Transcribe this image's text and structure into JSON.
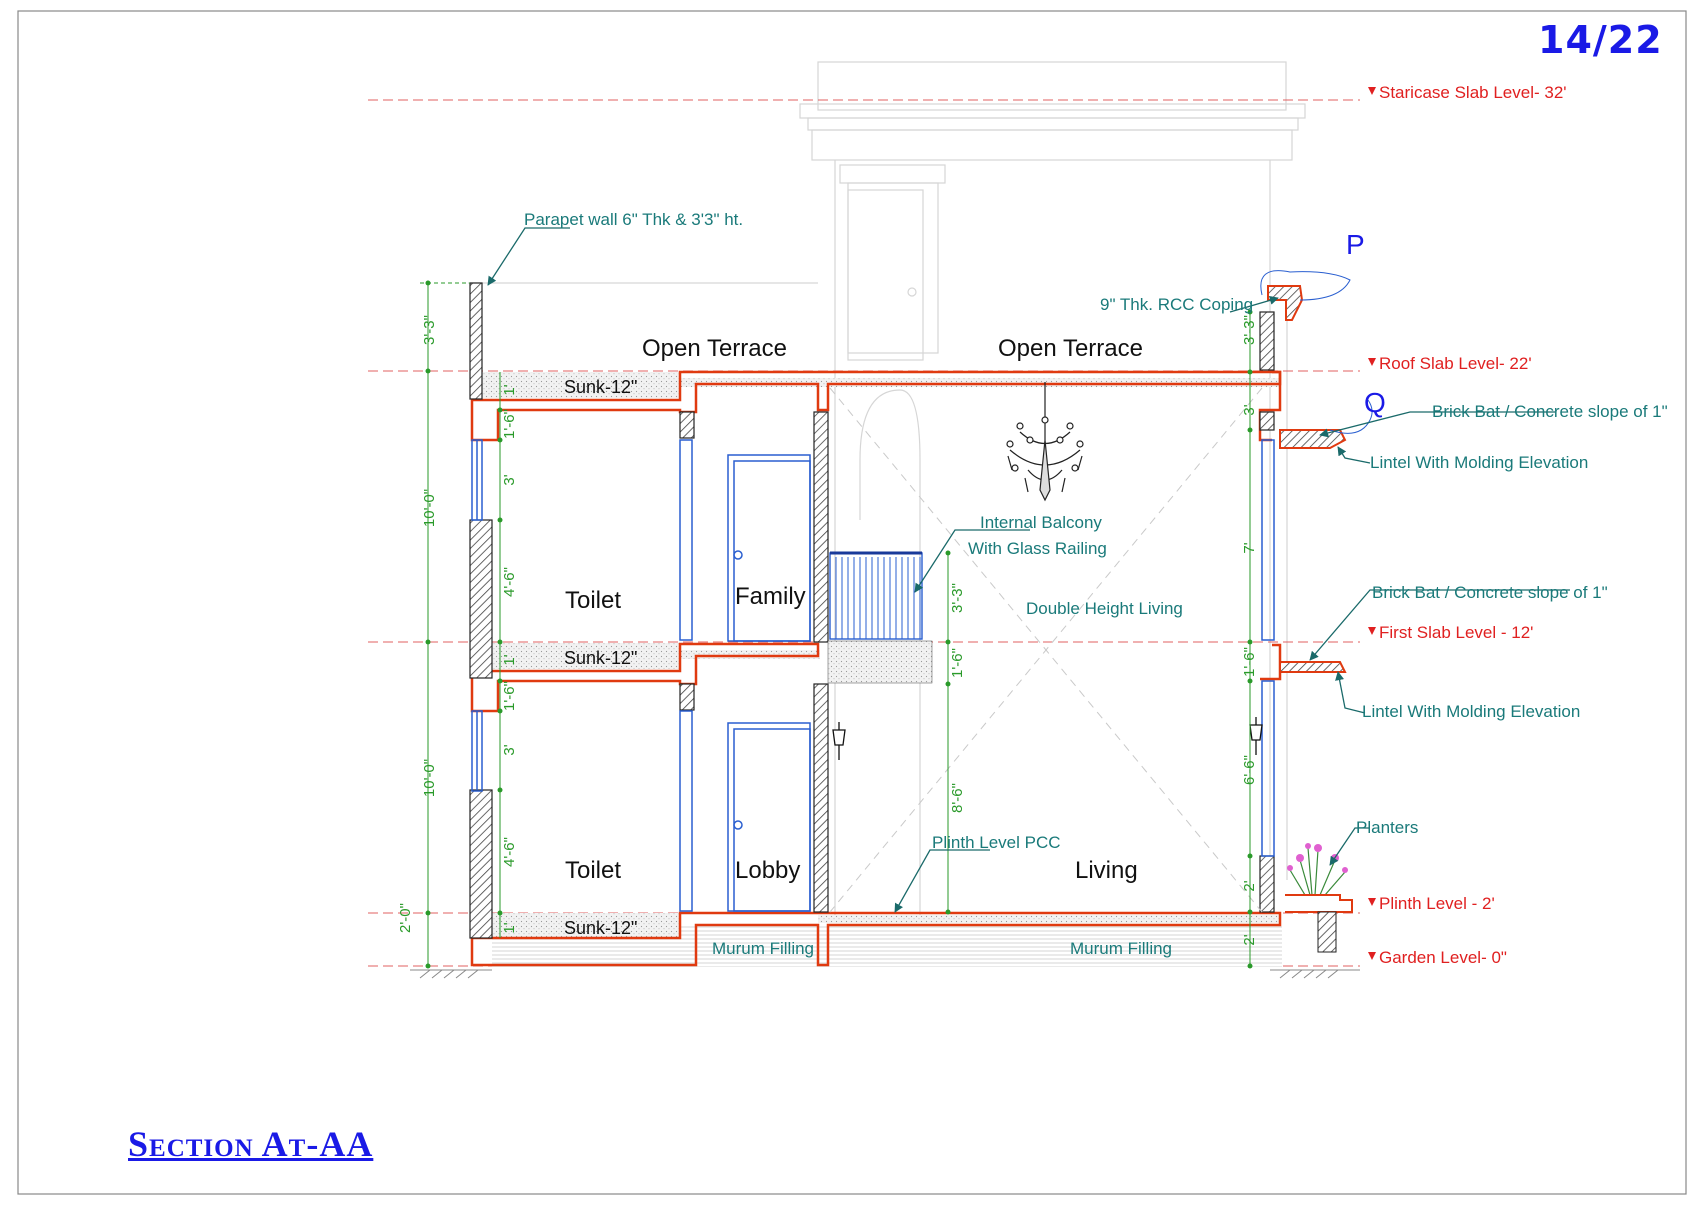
{
  "sheet": {
    "number": "14/22",
    "title": "Section At-AA"
  },
  "levels": {
    "staircase": "Staricase Slab Level- 32'",
    "roof": "Roof Slab Level- 22'",
    "first": "First Slab Level - 12'",
    "plinth": "Plinth Level - 2'",
    "garden": "Garden Level- 0\""
  },
  "rooms": {
    "toilet_upper": "Toilet",
    "toilet_lower": "Toilet",
    "family": "Family",
    "lobby": "Lobby",
    "living": "Living",
    "open_terrace_left": "Open Terrace",
    "open_terrace_right": "Open Terrace",
    "sunk_top": "Sunk-12\"",
    "sunk_mid": "Sunk-12\"",
    "sunk_bottom": "Sunk-12\"",
    "murum_left": "Murum Filling",
    "murum_right": "Murum Filling",
    "double_height": "Double Height Living"
  },
  "annotations": {
    "parapet": "Parapet wall 6\" Thk & 3'3\" ht.",
    "coping": "9\" Thk. RCC Coping",
    "brick_bat_upper": "Brick Bat / Concrete slope of 1\"",
    "lintel_upper": "Lintel With Molding Elevation",
    "brick_bat_lower": "Brick Bat / Concrete slope of 1\"",
    "lintel_lower": "Lintel With Molding Elevation",
    "balcony_line1": "Internal Balcony",
    "balcony_line2": "With Glass Railing",
    "plinth_pcc": "Plinth Level PCC",
    "planters": "Planters",
    "detail_p": "P",
    "detail_q": "Q"
  },
  "dimensions": {
    "left_parapet": "3'-3\"",
    "left_upper": "10'-0\"",
    "left_lower": "10'-0\"",
    "left_plinth": "2'-0\"",
    "wall_top_1": "1'",
    "wall_top_2": "1'-6\"",
    "wall_top_3": "3'",
    "wall_top_4": "4'-6\"",
    "wall_mid_1": "1'",
    "wall_mid_2": "1'-6\"",
    "wall_mid_3": "3'",
    "wall_mid_4": "4'-6\"",
    "wall_bot_1": "1'",
    "balcony_1": "3'-3\"",
    "balcony_2": "1'-6\"",
    "balcony_3": "8'-6\"",
    "right_parapet": "3'-3\"",
    "right_1": "3'",
    "right_2": "7'",
    "right_3": "1'-6\"",
    "right_4": "6'-6\"",
    "right_5": "2'",
    "right_6": "2'"
  },
  "colors": {
    "level_red": "#e02020",
    "note_teal": "#1a7a7a",
    "dim_green": "#2a9a2a",
    "title_blue": "#1a1ae6",
    "slab_red": "#e03a10"
  }
}
